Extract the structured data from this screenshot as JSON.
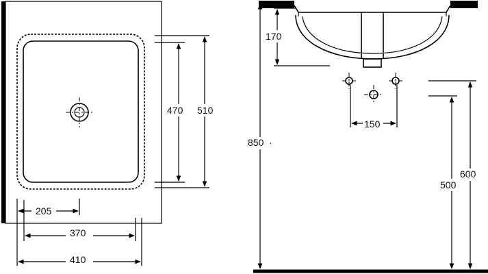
{
  "plan_view": {
    "dimensions": {
      "bowl_length": "470",
      "overall_length": "510",
      "drain_offset": "205",
      "bowl_width": "370",
      "overall_width": "410"
    }
  },
  "elevation_view": {
    "dimensions": {
      "bowl_depth": "170",
      "tap_spacing": "150",
      "mount_height": "850",
      "drain_height": "500",
      "inlet_height": "600"
    }
  },
  "colors": {
    "line": "#000000",
    "background": "#ffffff"
  }
}
